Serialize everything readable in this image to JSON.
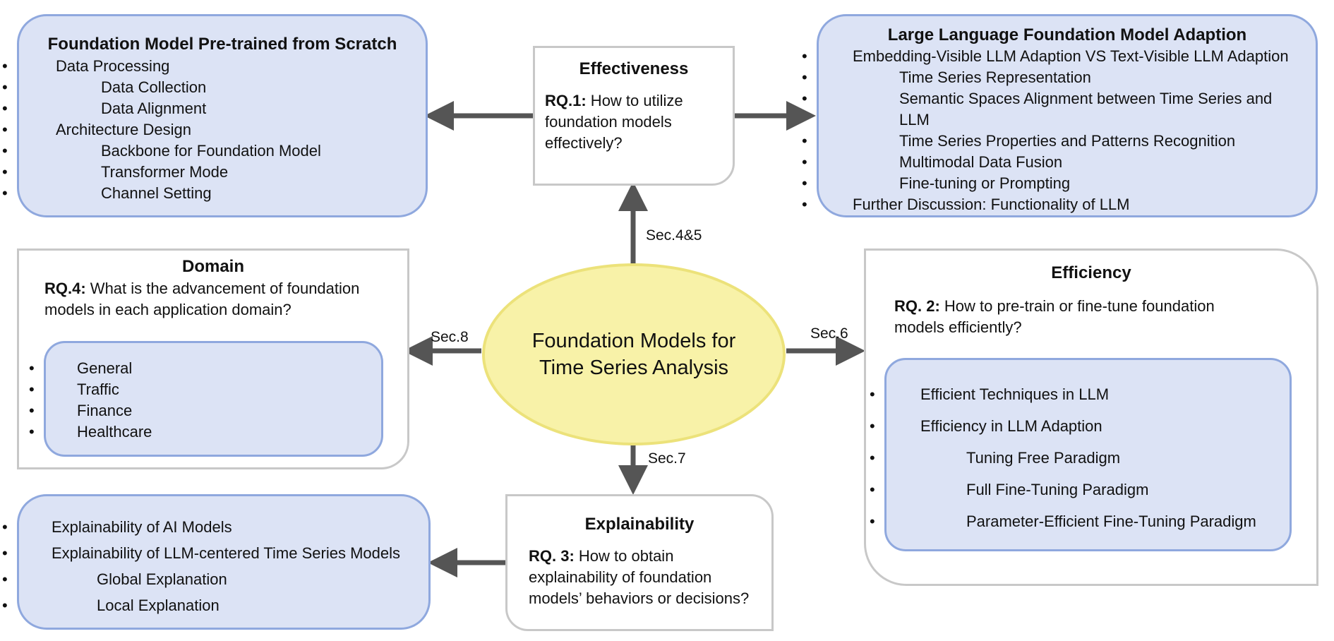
{
  "center": {
    "line1": "Foundation Models for",
    "line2": "Time Series Analysis"
  },
  "pretrained": {
    "title": "Foundation Model Pre-trained from Scratch",
    "items": [
      {
        "label": "Data Processing",
        "level": 1
      },
      {
        "label": "Data Collection",
        "level": 2
      },
      {
        "label": "Data Alignment",
        "level": 2
      },
      {
        "label": "Architecture Design",
        "level": 1
      },
      {
        "label": "Backbone for Foundation Model",
        "level": 2
      },
      {
        "label": "Transformer Mode",
        "level": 2
      },
      {
        "label": "Channel Setting",
        "level": 2
      }
    ]
  },
  "effectiveness": {
    "title": "Effectiveness",
    "rq_label": "RQ.1:",
    "rq_line1": " How to utilize",
    "rq_line2": "foundation models",
    "rq_line3": "effectively?"
  },
  "llm_adaption": {
    "title": "Large Language Foundation Model Adaption",
    "items": [
      {
        "label": "Embedding-Visible LLM Adaption VS Text-Visible LLM Adaption",
        "level": 1
      },
      {
        "label": "Time Series Representation",
        "level": 2
      },
      {
        "label": "Semantic Spaces Alignment between Time Series and",
        "label2": "LLM",
        "level": 2
      },
      {
        "label": "Time Series Properties and Patterns Recognition",
        "level": 2
      },
      {
        "label": "Multimodal Data Fusion",
        "level": 2
      },
      {
        "label": "Fine-tuning or Prompting",
        "level": 2
      },
      {
        "label": "Further Discussion: Functionality of LLM",
        "level": 1
      }
    ]
  },
  "domain": {
    "title": "Domain",
    "rq_label": "RQ.4:",
    "rq_line1": " What is the advancement of foundation",
    "rq_line2": "models in each application domain?",
    "items": [
      "General",
      "Traffic",
      "Finance",
      "Healthcare"
    ]
  },
  "efficiency": {
    "title": "Efficiency",
    "rq_label": "RQ. 2:",
    "rq_line1": " How to pre-train or fine-tune foundation",
    "rq_line2": "models efficiently?",
    "items": [
      {
        "label": "Efficient Techniques in LLM",
        "level": 1
      },
      {
        "label": "Efficiency in LLM Adaption",
        "level": 1
      },
      {
        "label": "Tuning Free Paradigm",
        "level": 2
      },
      {
        "label": "Full Fine-Tuning Paradigm",
        "level": 2
      },
      {
        "label": "Parameter-Efficient Fine-Tuning Paradigm",
        "level": 2
      }
    ]
  },
  "explain_list": {
    "items": [
      {
        "label": "Explainability of AI Models",
        "level": 1
      },
      {
        "label": "Explainability of LLM-centered Time Series Models",
        "level": 1
      },
      {
        "label": "Global Explanation",
        "level": 2
      },
      {
        "label": "Local Explanation",
        "level": 2
      }
    ]
  },
  "explainability": {
    "title": "Explainability",
    "rq_label": "RQ. 3:",
    "rq_line1": " How to obtain",
    "rq_line2": "explainability of foundation",
    "rq_line3": "models’ behaviors or decisions?"
  },
  "edges": {
    "sec45": "Sec.4&5",
    "sec6": "Sec.6",
    "sec7": "Sec.7",
    "sec8": "Sec.8"
  },
  "colors": {
    "blue_fill": "#dce3f5",
    "blue_border": "#8fa8de",
    "ellipse_fill": "#f8f2a8",
    "ellipse_border": "#ece27a",
    "arrow": "#555555"
  }
}
